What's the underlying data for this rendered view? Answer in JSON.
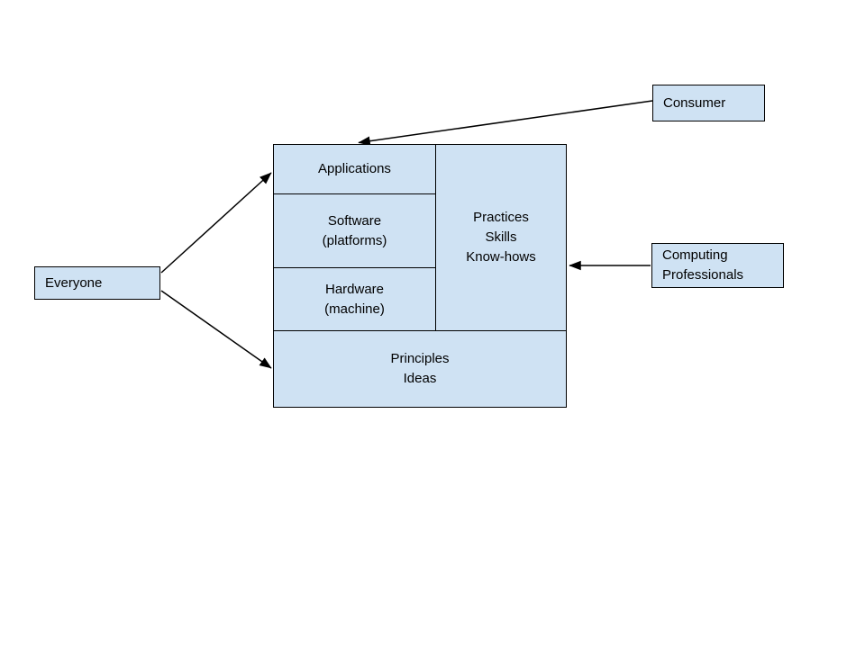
{
  "boxes": {
    "consumer": {
      "label": "Consumer"
    },
    "everyone": {
      "label": "Everyone"
    },
    "computing_professionals": {
      "line1": "Computing",
      "line2": "Professionals"
    },
    "applications": {
      "label": "Applications"
    },
    "software": {
      "line1": "Software",
      "line2": "(platforms)"
    },
    "hardware": {
      "line1": "Hardware",
      "line2": "(machine)"
    },
    "practices": {
      "line1": "Practices",
      "line2": "Skills",
      "line3": "Know-hows"
    },
    "principles": {
      "line1": "Principles",
      "line2": "Ideas"
    }
  },
  "colors": {
    "box_fill": "#cfe2f3",
    "box_border": "#000000",
    "arrow": "#000000",
    "background": "#ffffff"
  }
}
